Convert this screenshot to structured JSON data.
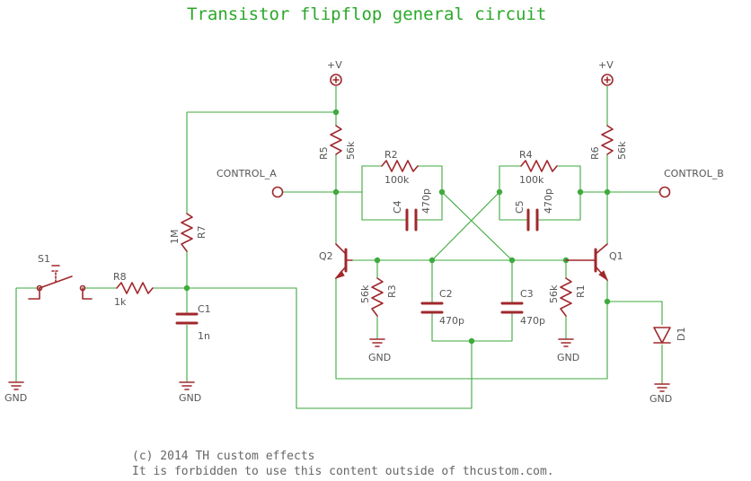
{
  "title": "Transistor flipflop general circuit",
  "footer": {
    "line1": "(c) 2014 TH custom effects",
    "line2": "It is forbidden to use this content outside of thcustom.com."
  },
  "supply": {
    "left": "+V",
    "right": "+V"
  },
  "controls": {
    "a": "CONTROL_A",
    "b": "CONTROL_B"
  },
  "grounds": [
    "GND",
    "GND",
    "GND",
    "GND",
    "GND"
  ],
  "parts": {
    "s1": "S1",
    "r8": {
      "name": "R8",
      "value": "1k"
    },
    "r7": {
      "name": "R7",
      "value": "1M"
    },
    "c1": {
      "name": "C1",
      "value": "1n"
    },
    "r5": {
      "name": "R5",
      "value": "56k"
    },
    "r6": {
      "name": "R6",
      "value": "56k"
    },
    "r2": {
      "name": "R2",
      "value": "100k"
    },
    "r4": {
      "name": "R4",
      "value": "100k"
    },
    "c4": {
      "name": "C4",
      "value": "470p"
    },
    "c5": {
      "name": "C5",
      "value": "470p"
    },
    "q1": "Q1",
    "q2": "Q2",
    "r3": {
      "name": "R3",
      "value": "56k"
    },
    "r1": {
      "name": "R1",
      "value": "56k"
    },
    "c2": {
      "name": "C2",
      "value": "470p"
    },
    "c3": {
      "name": "C3",
      "value": "470p"
    },
    "d1": "D1"
  }
}
